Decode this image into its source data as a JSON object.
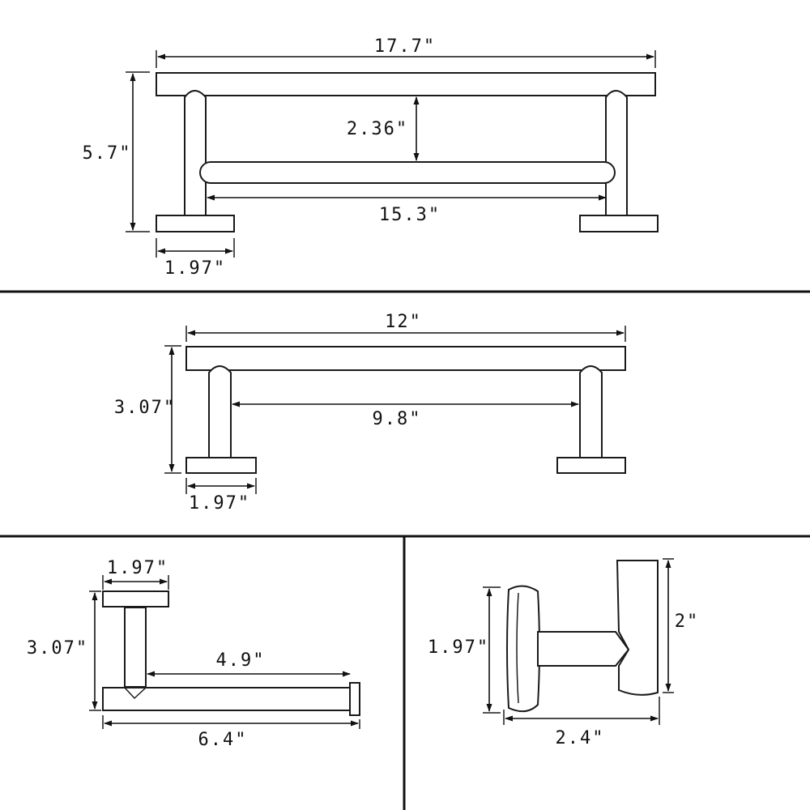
{
  "panels": {
    "double_towel_bar": {
      "overall_length": "17.7\"",
      "height": "5.7\"",
      "bar_gap": "2.36\"",
      "inner_length": "15.3\"",
      "base_width": "1.97\""
    },
    "single_towel_bar": {
      "overall_length": "12\"",
      "height": "3.07\"",
      "inner_length": "9.8\"",
      "base_width": "1.97\""
    },
    "paper_holder": {
      "base_width": "1.97\"",
      "height": "3.07\"",
      "inner_length": "4.9\"",
      "overall_length": "6.4\""
    },
    "robe_hook": {
      "base_height": "1.97\"",
      "hook_height": "2\"",
      "depth": "2.4\""
    }
  }
}
